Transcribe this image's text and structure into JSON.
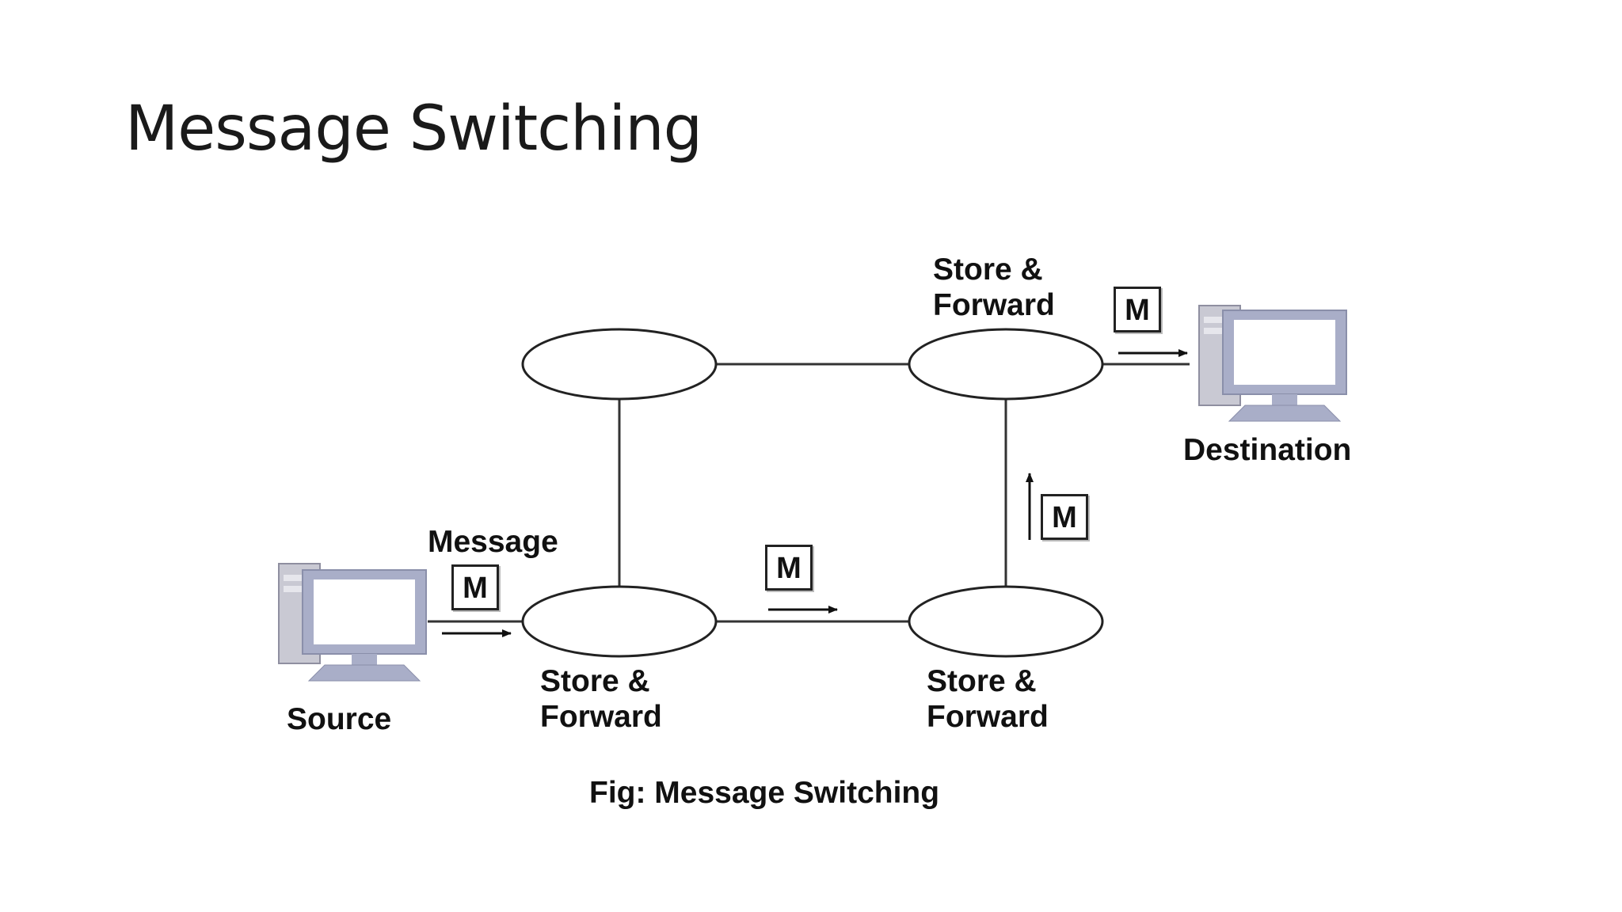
{
  "slide": {
    "title": "Message Switching"
  },
  "diagram": {
    "source_label": "Source",
    "destination_label": "Destination",
    "message_label": "Message",
    "packet_label": "M",
    "nodes": [
      {
        "id": "node-top-left",
        "label_line1": "",
        "label_line2": ""
      },
      {
        "id": "node-top-right",
        "label_line1": "Store &",
        "label_line2": "Forward"
      },
      {
        "id": "node-bottom-left",
        "label_line1": "Store &",
        "label_line2": "Forward"
      },
      {
        "id": "node-bottom-right",
        "label_line1": "Store &",
        "label_line2": "Forward"
      }
    ],
    "caption": "Fig: Message Switching",
    "colors": {
      "computer_case": "#c9c9d3",
      "screen_frame": "#a9aec8",
      "line": "#333333"
    }
  }
}
